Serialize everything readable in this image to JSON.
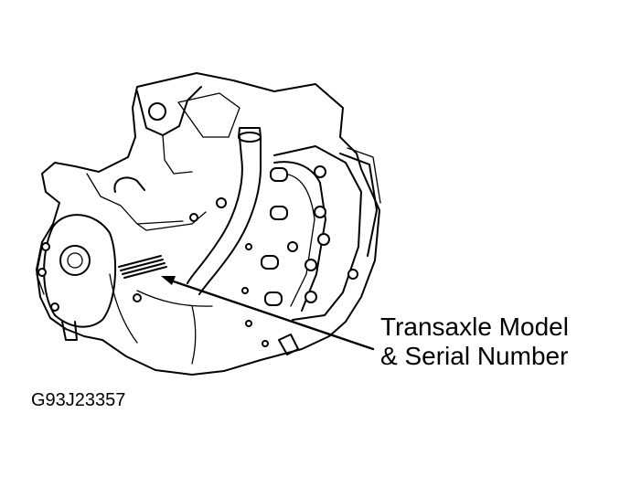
{
  "callout": {
    "line1": "Transaxle Model",
    "line2": "& Serial Number"
  },
  "figure_code": "G93J23357",
  "colors": {
    "ink": "#000000",
    "background": "#ffffff"
  }
}
